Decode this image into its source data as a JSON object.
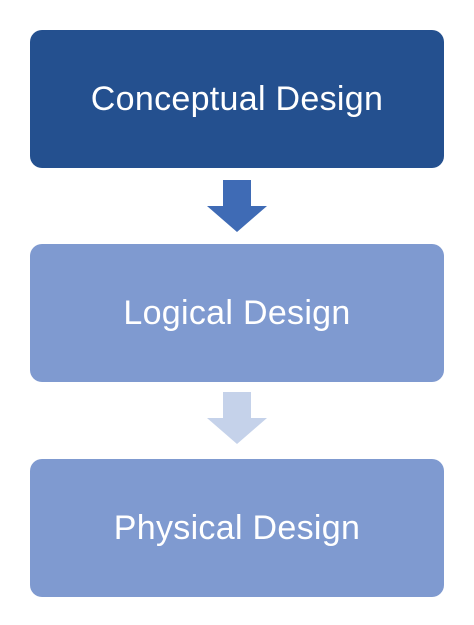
{
  "diagram": {
    "stages": [
      {
        "label": "Conceptual Design",
        "color": "#24508f"
      },
      {
        "label": "Logical Design",
        "color": "#7f9ad0"
      },
      {
        "label": "Physical Design",
        "color": "#7f9ad0"
      }
    ],
    "arrows": [
      {
        "color": "#3f6bb5"
      },
      {
        "color": "#c5d2ea"
      }
    ]
  }
}
